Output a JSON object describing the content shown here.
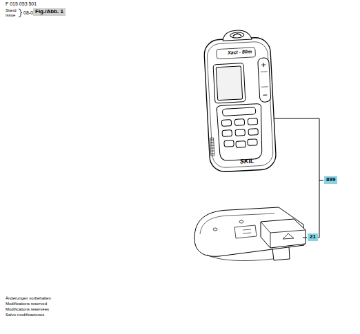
{
  "diagram": {
    "labels": [
      "F 015 053 501",
      "Stand",
      "Issue",
      "08-08-18",
      "Fig./Abb. 1",
      "Xact - 80m",
      "SKIL",
      "899",
      "21",
      "Änderungen vorbehalten",
      "Modifications reserved",
      "Modifications reservées",
      "Salvo modificaciones"
    ]
  }
}
